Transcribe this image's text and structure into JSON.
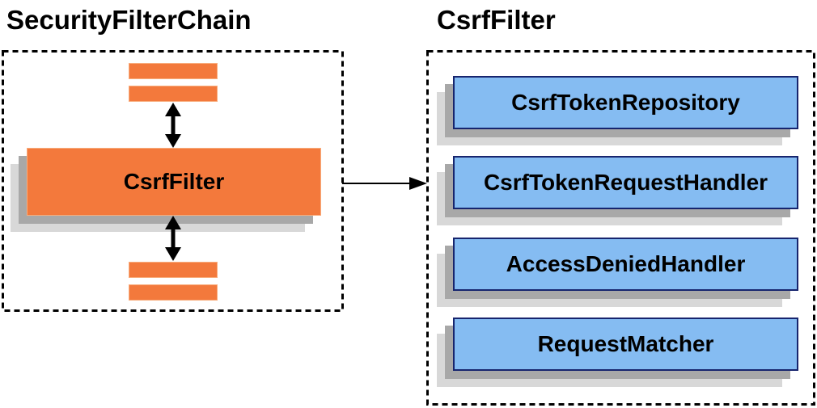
{
  "left_panel": {
    "title": "SecurityFilterChain",
    "filter_label": "CsrfFilter"
  },
  "right_panel": {
    "title": "CsrfFilter",
    "components": [
      "CsrfTokenRepository",
      "CsrfTokenRequestHandler",
      "AccessDeniedHandler",
      "RequestMatcher"
    ]
  },
  "icons": {
    "vertical_arrow": "bidirectional-arrow",
    "horizontal_arrow": "right-arrow"
  },
  "colors": {
    "node_orange": "#F3793C",
    "node_orange_border": "#F8AC7C",
    "node_blue_fill": "#85BCF2",
    "node_blue_border": "#17256E",
    "shadow_dark": "#A8A8A8",
    "shadow_light": "#D8D8D8",
    "arrow_black": "#000000",
    "dashed_border": "#000000",
    "text": "#000000",
    "background": "#FFFFFF"
  }
}
